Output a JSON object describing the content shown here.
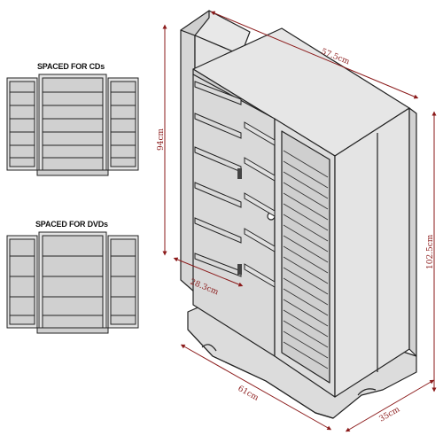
{
  "captions": {
    "cd": "SPACED FOR CDs",
    "dvd": "SPACED FOR DVDs"
  },
  "dimensions": {
    "width_top": "57.5cm",
    "height_left": "94cm",
    "height_right": "102.5cm",
    "door_depth": "28.3cm",
    "base_width": "61cm",
    "base_depth": "35cm"
  },
  "colors": {
    "cabinet_fill": "#e3e3e3",
    "line": "#222222",
    "dimension": "#8b1a1a"
  }
}
